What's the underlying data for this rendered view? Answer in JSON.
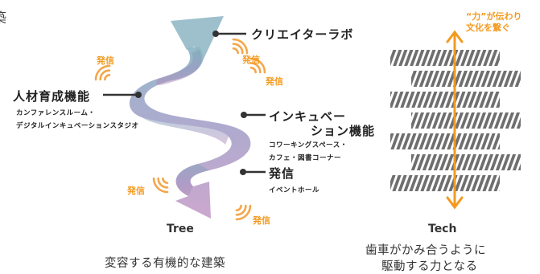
{
  "edge_glyph": "築",
  "tree": {
    "nodes": {
      "top": "クリエイターラボ",
      "jinzai": "人材育成機能",
      "jinzai_sub1": "カンファレンスルーム・",
      "jinzai_sub2": "デジタルインキュベーションスタジオ",
      "incub1": "インキュベー",
      "incub2": "ション機能",
      "incub_sub1": "コワーキングスペース・",
      "incub_sub2": "カフェ・図書コーナー",
      "hasshin": "発信",
      "hasshin_sub": "イベントホール"
    },
    "hasshin_labels": [
      "発信",
      "発信",
      "発信",
      "発信",
      "発信"
    ],
    "footer": "Tree",
    "caption": "変容する有機的な建築"
  },
  "tech": {
    "heading1": "“力”が伝わり",
    "heading2": "文化を繋ぐ",
    "footer": "Tech",
    "caption1": "歯車がかみ合うように",
    "caption2": "駆動する力となる"
  },
  "colors": {
    "accent": "#f39a1f",
    "signal": "#f5a64a",
    "ribbon_top": "#8fb8c6",
    "ribbon_mid": "#a9a6cc",
    "ribbon_bottom": "#c6a2cb",
    "stripe": "#6f6f6f"
  }
}
